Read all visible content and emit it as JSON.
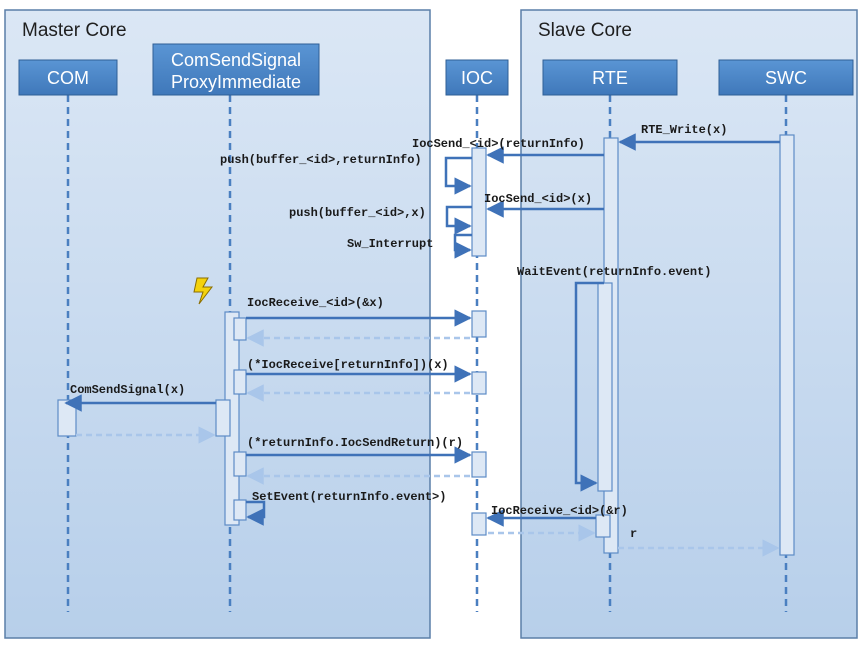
{
  "regions": {
    "master": {
      "title": "Master Core"
    },
    "slave": {
      "title": "Slave Core"
    }
  },
  "lifelines": {
    "com": {
      "label": "COM"
    },
    "proxy": {
      "label_line1": "ComSendSignal",
      "label_line2": "ProxyImmediate"
    },
    "ioc": {
      "label": "IOC"
    },
    "rte": {
      "label": "RTE"
    },
    "swc": {
      "label": "SWC"
    }
  },
  "messages": {
    "rte_write": "RTE_Write(x)",
    "ioc_send_return_info": "IocSend_<id>(returnInfo)",
    "push_return_info": "push(buffer_<id>,returnInfo)",
    "ioc_send_x": "IocSend_<id>(x)",
    "push_x": "push(buffer_<id>,x)",
    "sw_interrupt": "Sw_Interrupt",
    "wait_event": "WaitEvent(returnInfo.event)",
    "ioc_receive_x": "IocReceive_<id>(&x)",
    "ioc_receive_fp": "(*IocReceive[returnInfo])(x)",
    "com_send_signal": "ComSendSignal(x)",
    "ioc_send_return": "(*returnInfo.IocSendReturn)(r)",
    "set_event": "SetEvent(returnInfo.event>)",
    "ioc_receive_r": "IocReceive_<id>(&r)",
    "return_r": "r"
  },
  "colors": {
    "region_bg": "#c5d8ee",
    "region_border": "#5a7fa8",
    "lane_header": "#4a86c8",
    "lifeline": "#4a7fc0",
    "arrow": "#3f72b8",
    "return_arrow": "#a9c6ea",
    "activation_fill": "#dde8f5",
    "interrupt_icon": "#f4d20c"
  },
  "icons": {
    "interrupt": "lightning-bolt-icon"
  }
}
